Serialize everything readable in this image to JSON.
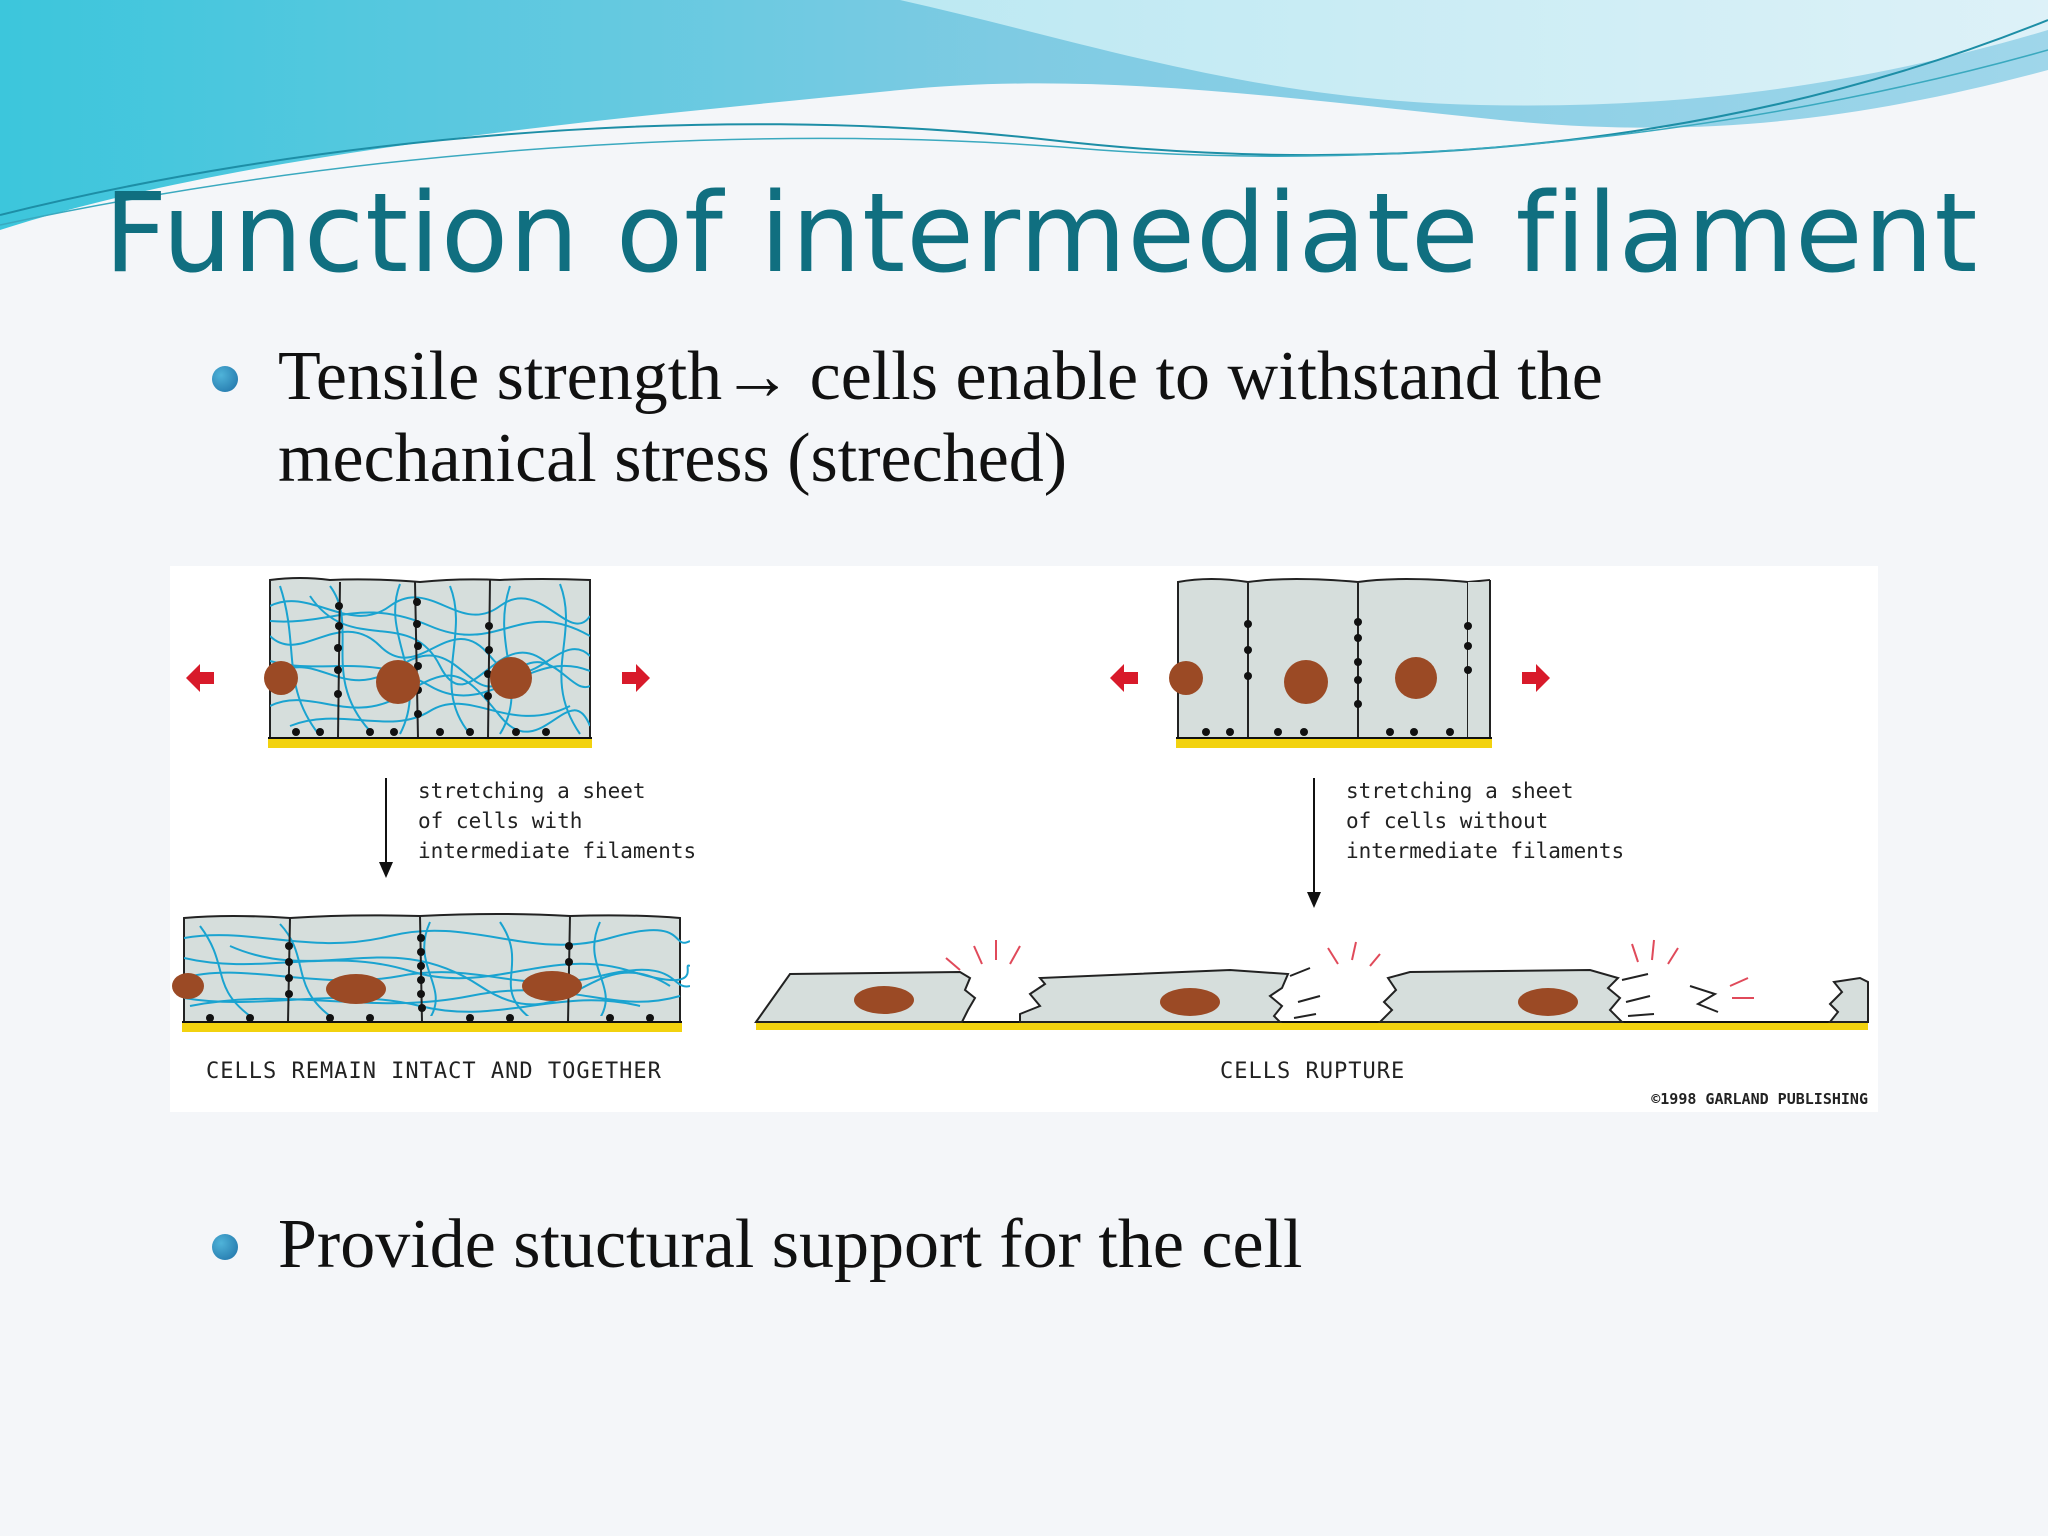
{
  "slide": {
    "title": "Function of intermediate filament",
    "bullets": [
      {
        "line1_before_arrow": "Tensile strength",
        "arrow": "→",
        "line1_after_arrow": " cells enable to withstand the",
        "line2": "mechanical stress (streched)"
      },
      {
        "text": "Provide stuctural support for the cell"
      }
    ]
  },
  "figure": {
    "left_caption": [
      "stretching a sheet",
      "of cells with",
      "intermediate filaments"
    ],
    "right_caption": [
      "stretching a sheet",
      "of cells without",
      "intermediate filaments"
    ],
    "left_result": "CELLS REMAIN INTACT AND TOGETHER",
    "right_result": "CELLS RUPTURE",
    "copyright": "©1998 GARLAND PUBLISHING",
    "colors": {
      "cell": "#d6dedc",
      "filament": "#1aa3d0",
      "nucleus": "#9b4a25",
      "basal_lamina": "#f2d20f",
      "stretch_arrow": "#d81a2a"
    }
  },
  "theme": {
    "title_color": "#106f80",
    "header_wave_colors": [
      "#3fc4d8",
      "#8fd3e6",
      "#bfe6f0"
    ]
  }
}
